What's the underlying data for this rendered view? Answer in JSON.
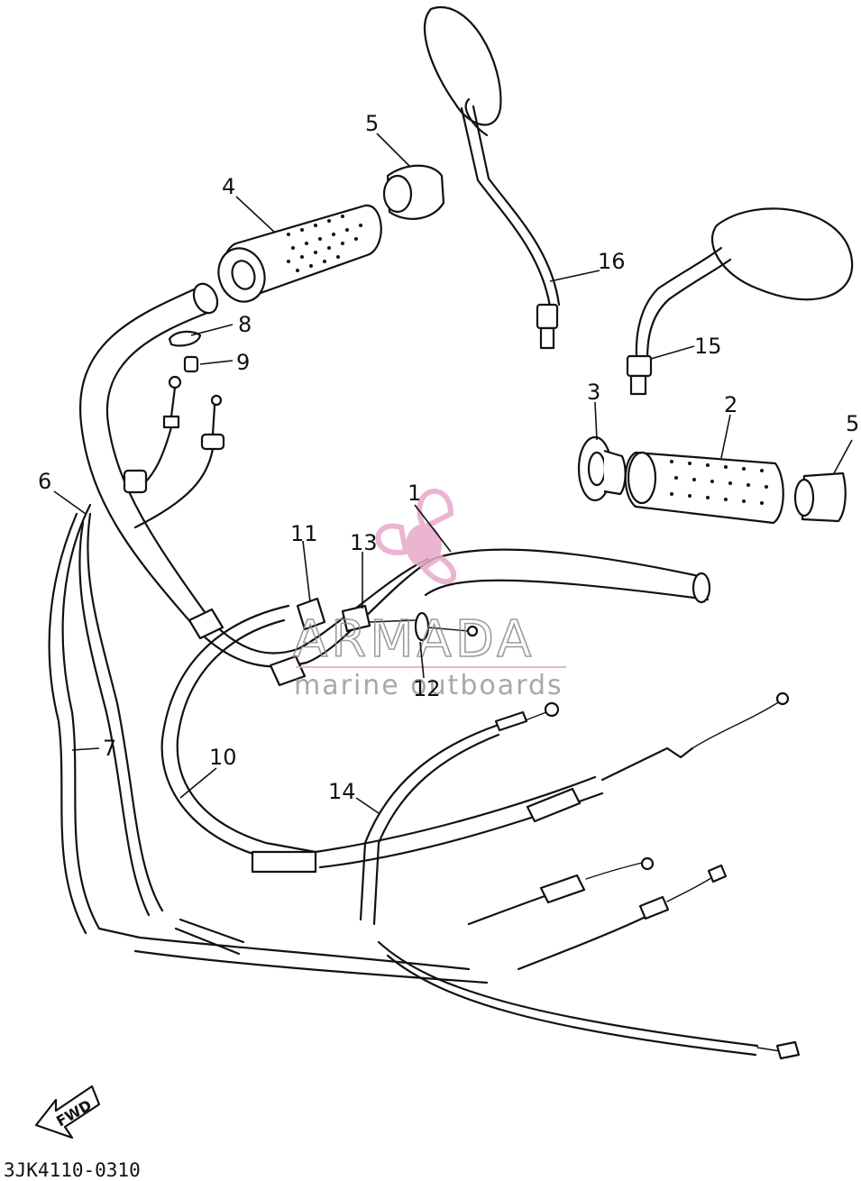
{
  "diagram_code": "3JK4110-0310",
  "fwd_label": "FWD",
  "watermark": {
    "brand": "ARMADA",
    "tagline": "marine outboards",
    "color": "#e8a9c9"
  },
  "callouts": [
    {
      "id": "1",
      "label": "1"
    },
    {
      "id": "2",
      "label": "2"
    },
    {
      "id": "3",
      "label": "3"
    },
    {
      "id": "4",
      "label": "4"
    },
    {
      "id": "5a",
      "label": "5"
    },
    {
      "id": "5b",
      "label": "5"
    },
    {
      "id": "6",
      "label": "6"
    },
    {
      "id": "7",
      "label": "7"
    },
    {
      "id": "8",
      "label": "8"
    },
    {
      "id": "9",
      "label": "9"
    },
    {
      "id": "10",
      "label": "10"
    },
    {
      "id": "11",
      "label": "11"
    },
    {
      "id": "12",
      "label": "12"
    },
    {
      "id": "13",
      "label": "13"
    },
    {
      "id": "14",
      "label": "14"
    },
    {
      "id": "15",
      "label": "15"
    },
    {
      "id": "16",
      "label": "16"
    }
  ]
}
